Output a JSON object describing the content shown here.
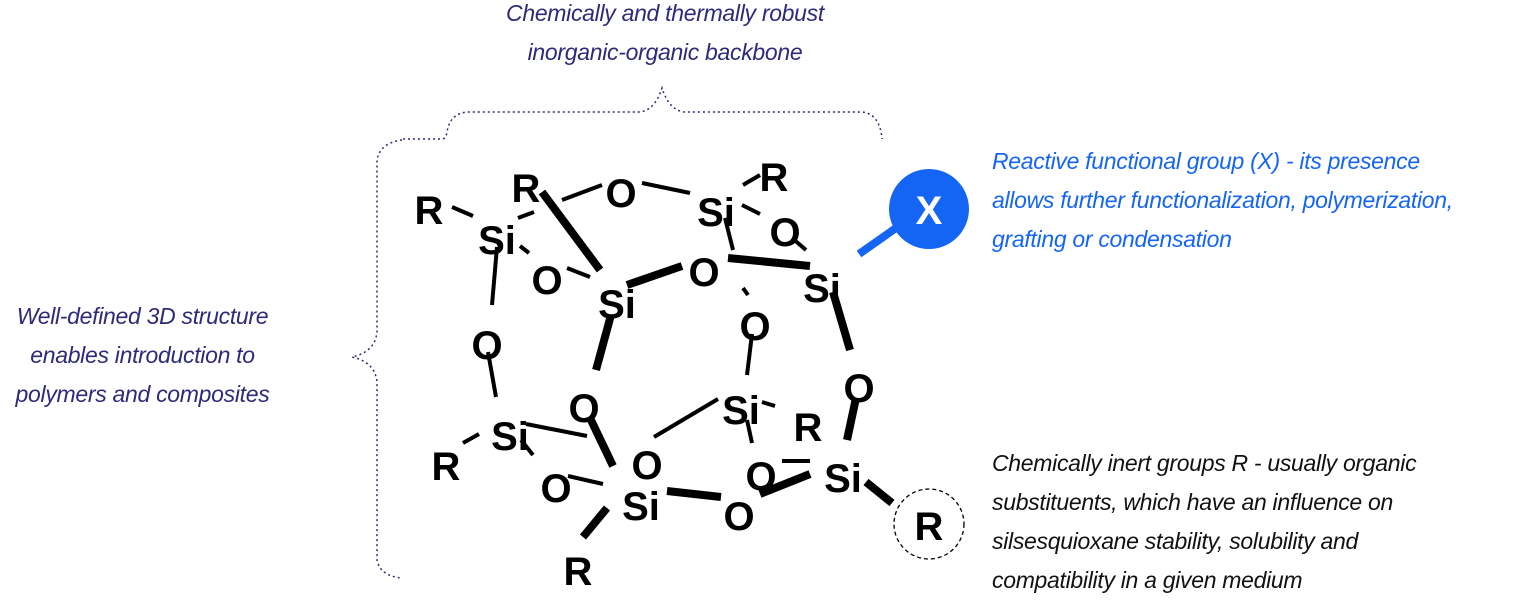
{
  "colors": {
    "annotation_purple": "#2e2a7a",
    "reactive_blue": "#1565f5",
    "bond_black": "#000000",
    "text_black": "#111111"
  },
  "captions": {
    "backbone": {
      "lines": [
        "Chemically and thermally robust",
        "inorganic-organic backbone"
      ]
    },
    "structure": {
      "lines": [
        "Well-defined 3D structure",
        "enables introduction to",
        "polymers and composites"
      ]
    },
    "reactive_group": {
      "lines": [
        "Reactive functional group (X) - its presence",
        "allows further functionalization, polymerization,",
        "grafting or condensation"
      ]
    },
    "inert_groups": {
      "lines": [
        "Chemically inert groups R - usually organic",
        "substituents, which have an influence on",
        "silsesquioxane stability, solubility and",
        "compatibility in a given medium"
      ]
    }
  },
  "molecule": {
    "name": "silsesquioxane cage",
    "atoms": [
      {
        "id": "R1",
        "label": "R"
      },
      {
        "id": "R2",
        "label": "R"
      },
      {
        "id": "Si1",
        "label": "Si"
      },
      {
        "id": "O1",
        "label": "O"
      },
      {
        "id": "Si2",
        "label": "Si"
      },
      {
        "id": "R3",
        "label": "R"
      },
      {
        "id": "O2",
        "label": "O"
      },
      {
        "id": "O3",
        "label": "O"
      },
      {
        "id": "Si3",
        "label": "Si"
      },
      {
        "id": "O4",
        "label": "O"
      },
      {
        "id": "Si4",
        "label": "Si"
      },
      {
        "id": "O5",
        "label": "O"
      },
      {
        "id": "O6",
        "label": "O"
      },
      {
        "id": "O7",
        "label": "O"
      },
      {
        "id": "O8",
        "label": "O"
      },
      {
        "id": "Si5",
        "label": "Si"
      },
      {
        "id": "R4",
        "label": "R"
      },
      {
        "id": "Si6",
        "label": "Si"
      },
      {
        "id": "R5",
        "label": "R"
      },
      {
        "id": "O9",
        "label": "O"
      },
      {
        "id": "O10",
        "label": "O"
      },
      {
        "id": "O11",
        "label": "O"
      },
      {
        "id": "Si7",
        "label": "Si"
      },
      {
        "id": "O12",
        "label": "O"
      },
      {
        "id": "Si8",
        "label": "Si"
      },
      {
        "id": "R6",
        "label": "R"
      }
    ],
    "reactive_group": {
      "label": "X"
    },
    "highlighted_group": {
      "label": "R"
    }
  }
}
